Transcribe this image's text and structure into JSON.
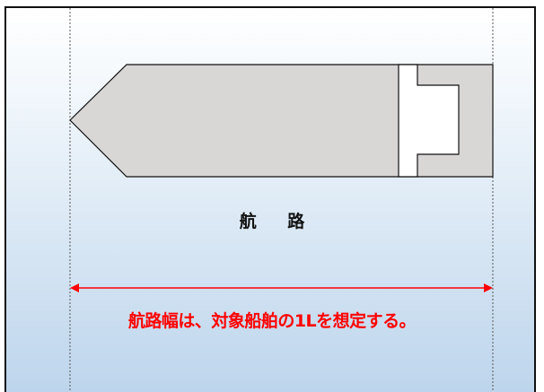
{
  "diagram": {
    "channel_label": "航 路",
    "channel_note": "航路幅は、対象船舶の1Lを想定する。",
    "colors": {
      "ship_fill": "#d9d6d6",
      "ship_stroke": "#111111",
      "superstructure_fill": "#ffffff",
      "guide_line": "#555555",
      "arrow": "#ff0000",
      "note_text": "#ff0000",
      "background_top": "#ffffff",
      "background_bottom": "#bdd5ec"
    },
    "icons": {
      "ship": "ship-hull-shape",
      "dimension": "double-headed-arrow"
    }
  }
}
